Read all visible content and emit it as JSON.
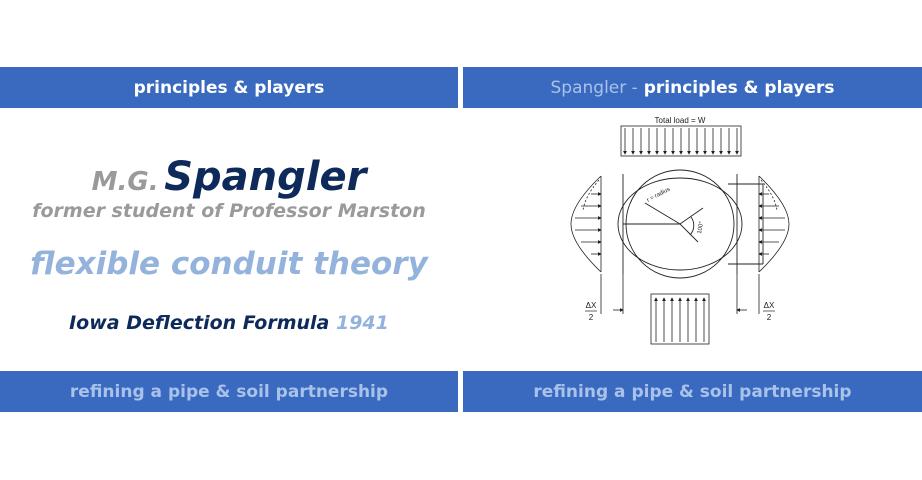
{
  "left_slide": {
    "header": "principles & players",
    "initials": "M.G.",
    "surname": "Spangler",
    "subtitle": "former student of Professor Marston",
    "theory": "flexible conduit theory",
    "formula": "Iowa Deflection Formula",
    "year": "1941",
    "footer": "refining a pipe & soil partnership"
  },
  "right_slide": {
    "header_prefix": "Spangler - ",
    "header_main": "principles & players",
    "footer": "refining a pipe & soil partnership",
    "diagram": {
      "total_load_label": "Total load = W",
      "radius_label": "r = radius",
      "angle_label": "100°",
      "delta_num": "ΔX",
      "delta_den": "2"
    }
  },
  "colors": {
    "bar_blue": "#3a6abf",
    "light_blue_text": "#a8c2ea",
    "dark_navy": "#0d2a5a",
    "gray": "#9a9a9a",
    "theory_blue": "#94b3dc"
  }
}
